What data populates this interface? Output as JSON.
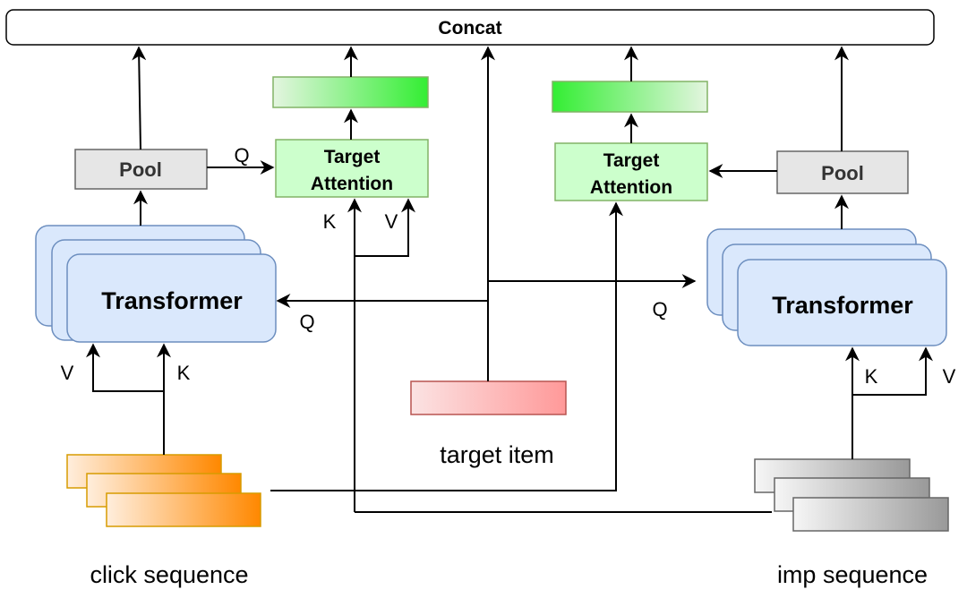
{
  "diagram": {
    "concat_label": "Concat",
    "pool_label": "Pool",
    "attention_line1": "Target",
    "attention_line2": "Attention",
    "transformer_label": "Transformer",
    "target_item_label": "target item",
    "click_sequence_label": "click sequence",
    "imp_sequence_label": "imp sequence",
    "q_label": "Q",
    "k_label": "K",
    "v_label": "V"
  },
  "colors": {
    "transformer_fill": "#dae8fc",
    "transformer_stroke": "#6c8ebf",
    "attention_fill": "#ccffcc",
    "attention_stroke": "#82b366",
    "pool_fill": "#e6e6e6",
    "pool_stroke": "#666666",
    "output_green": "#33ff33",
    "target_item_red": "#ff9999",
    "click_orange": "#ff8800",
    "imp_gray": "#999999"
  }
}
